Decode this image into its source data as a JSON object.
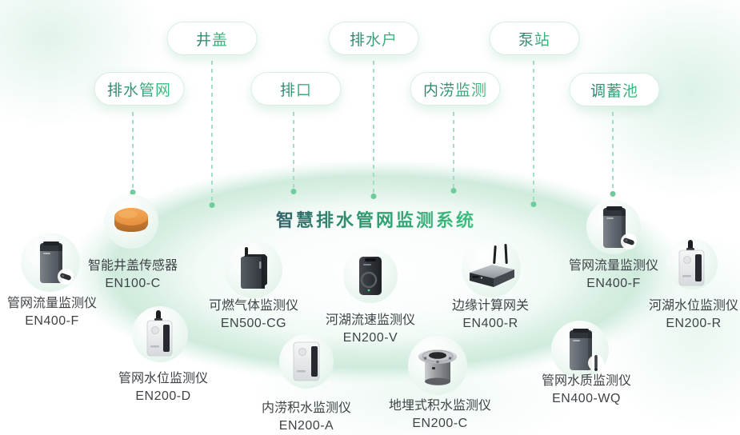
{
  "title": {
    "text": "智慧排水管网监测系统"
  },
  "categories": [
    {
      "label": "井盖"
    },
    {
      "label": "排水户"
    },
    {
      "label": "泵站"
    },
    {
      "label": "排水管网"
    },
    {
      "label": "排口"
    },
    {
      "label": "内涝监测"
    },
    {
      "label": "调蓄池"
    }
  ],
  "devices": [
    {
      "name": "管网流量监测仪",
      "model": "EN400-F",
      "icon": "flow-monitor-icon"
    },
    {
      "name": "智能井盖传感器",
      "model": "EN100-C",
      "icon": "manhole-cover-sensor-icon"
    },
    {
      "name": "可燃气体监测仪",
      "model": "EN500-CG",
      "icon": "gas-monitor-icon"
    },
    {
      "name": "河湖流速监测仪",
      "model": "EN200-V",
      "icon": "flow-velocity-monitor-icon"
    },
    {
      "name": "边缘计算网关",
      "model": "EN400-R",
      "icon": "edge-gateway-icon"
    },
    {
      "name": "管网流量监测仪",
      "model": "EN400-F",
      "icon": "flow-monitor-icon"
    },
    {
      "name": "河湖水位监测仪",
      "model": "EN200-R",
      "icon": "water-level-monitor-icon"
    },
    {
      "name": "管网水位监测仪",
      "model": "EN200-D",
      "icon": "water-level-monitor-icon"
    },
    {
      "name": "内涝积水监测仪",
      "model": "EN200-A",
      "icon": "ponding-monitor-icon"
    },
    {
      "name": "地埋式积水监测仪",
      "model": "EN200-C",
      "icon": "buried-ponding-monitor-icon"
    },
    {
      "name": "管网水质监测仪",
      "model": "EN400-WQ",
      "icon": "water-quality-monitor-icon"
    }
  ],
  "colors": {
    "accent_green": "#3eb87c",
    "pill_gradient": [
      "#2c7e6c",
      "#3fc081"
    ],
    "title_gradient": [
      "#33616b",
      "#3fbf80"
    ],
    "ellipse_rim": "#cdeadb",
    "connector_dash": "#a3dec2",
    "connector_dot": "#6ecb9c",
    "device_label_text": "#3f4347",
    "manhole_orange": "#e78f3c"
  }
}
